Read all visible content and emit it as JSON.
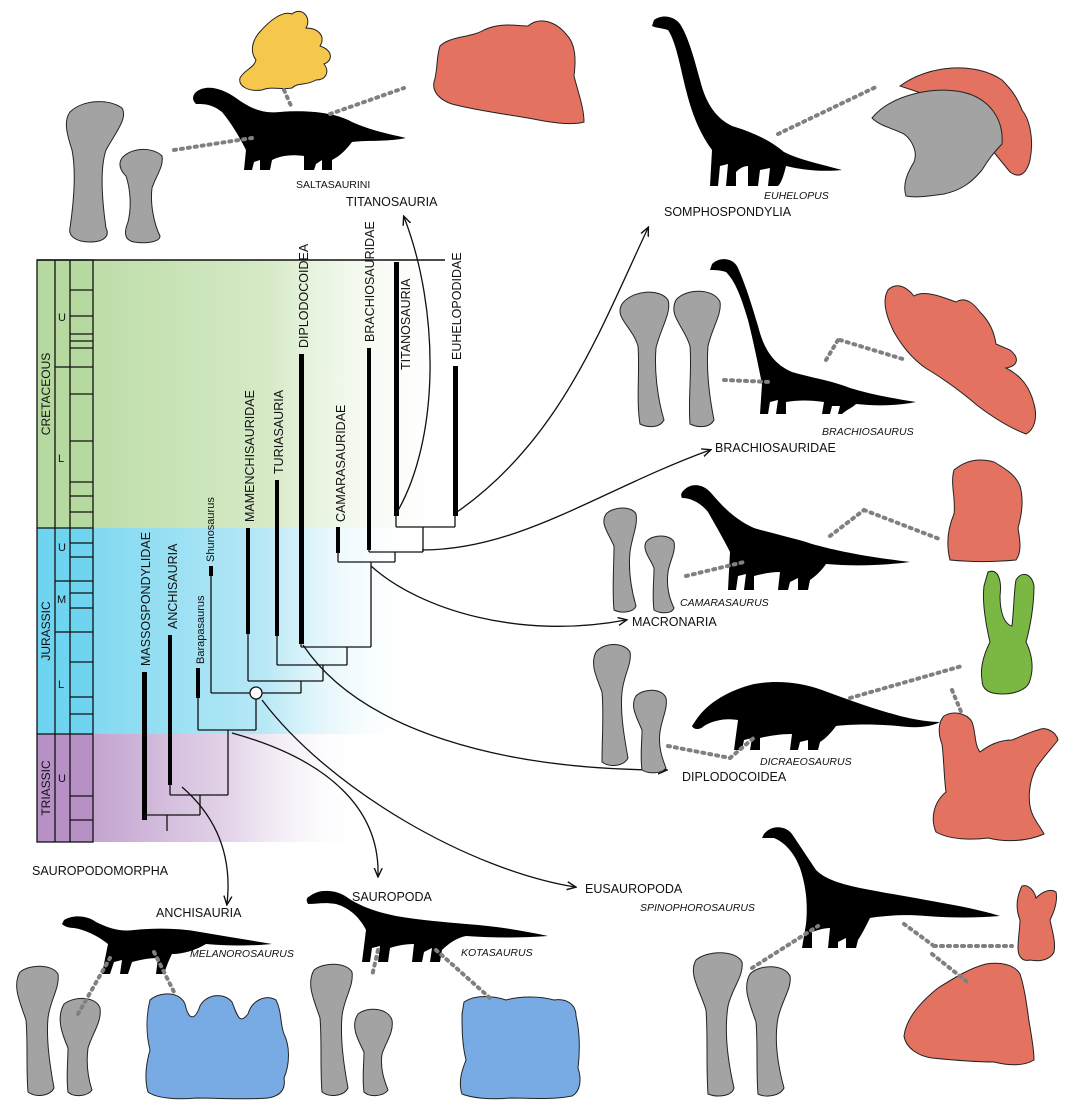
{
  "periods": {
    "cretaceous": "CRETACEOUS",
    "jurassic": "JURASSIC",
    "triassic": "TRIASSIC",
    "cret_upper": "U",
    "cret_lower": "L",
    "jur_upper": "U",
    "jur_middle": "M",
    "jur_lower": "L",
    "tri_upper": "U"
  },
  "colors": {
    "cretaceous": "#b6d9a0",
    "jurassic": "#6fd4ef",
    "triassic": "#b790c5",
    "osteoderm_yellow": "#f5c84d",
    "bone_red": "#e47261",
    "vertebra_green": "#7ab843",
    "vertebra_blue": "#78abe3",
    "bone_gray": "#a3a3a3"
  },
  "lineages": {
    "massospondylidae": "MASSOSPONDYLIDAE",
    "anchisauria": "ANCHISAURIA",
    "barapasaurus": "Barapasaurus",
    "shunosaurus": "Shunosaurus",
    "mamenchisauridae": "MAMENCHISAURIDAE",
    "turiasauria": "TURIASAURIA",
    "diplodocoidea": "DIPLODOCOIDEA",
    "camarasauridae": "CAMARASAURIDAE",
    "brachiosauridae": "BRACHIOSAURIDAE",
    "titanosauria": "TITANOSAURIA",
    "euhelopodidae": "EUHELOPODIDAE"
  },
  "clades": {
    "saltasaurini": "SALTASAURINI",
    "titanosauria": "TITANOSAURIA",
    "somphospondylia": "SOMPHOSPONDYLIA",
    "brachiosauridae": "BRACHIOSAURIDAE",
    "macronaria": "MACRONARIA",
    "diplodocoidea": "DIPLODOCOIDEA",
    "eusauropoda": "EUSAUROPODA",
    "sauropoda": "SAUROPODA",
    "anchisauria": "ANCHISAURIA",
    "sauropodomorpha": "SAUROPODOMORPHA"
  },
  "taxa": {
    "euhelopus": "EUHELOPUS",
    "brachiosaurus": "BRACHIOSAURUS",
    "camarasaurus": "CAMARASAURUS",
    "dicraeosaurus": "DICRAEOSAURUS",
    "spinophorosaurus": "SPINOPHOROSAURUS",
    "kotasaurus": "KOTASAURUS",
    "melanorosaurus": "MELANOROSAURUS"
  }
}
